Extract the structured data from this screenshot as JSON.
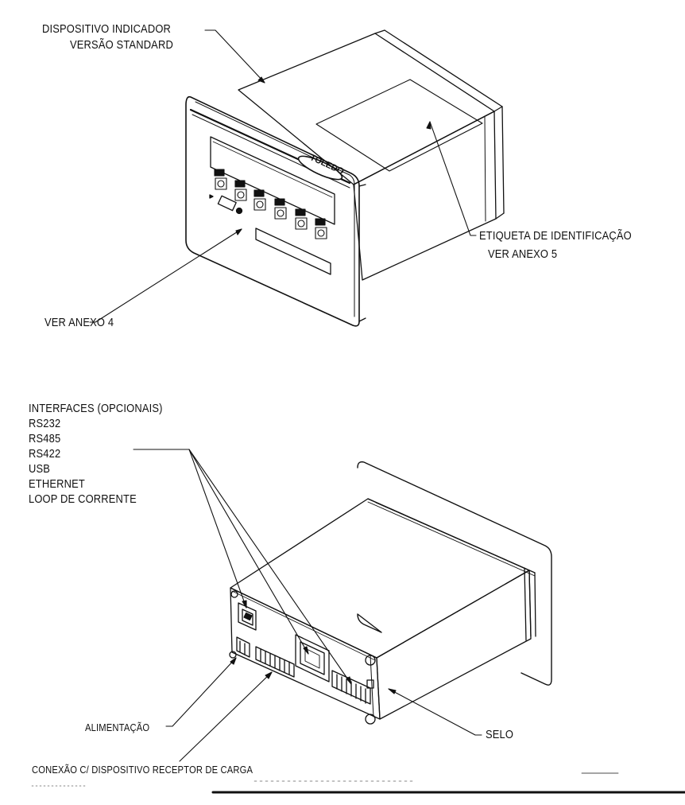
{
  "labels": {
    "device_line1": "DISPOSITIVO INDICADOR",
    "device_line2": "VERSÃO STANDARD",
    "etiqueta_line1": "ETIQUETA DE IDENTIFICAÇÃO",
    "etiqueta_line2": "VER ANEXO 5",
    "ver_anexo4": "VER ANEXO 4",
    "interfaces_title": "INTERFACES (OPCIONAIS)",
    "interfaces": [
      "RS232",
      "RS485",
      "RS422",
      "USB",
      "ETHERNET",
      "LOOP DE CORRENTE"
    ],
    "alimentacao": "ALIMENTAÇÃO",
    "selo": "SELO",
    "conexao": "CONEXÃO C/ DISPOSITIVO RECEPTOR DE CARGA"
  },
  "brand_logo": "TOLEDO",
  "colors": {
    "ink": "#111111",
    "background": "#ffffff"
  }
}
